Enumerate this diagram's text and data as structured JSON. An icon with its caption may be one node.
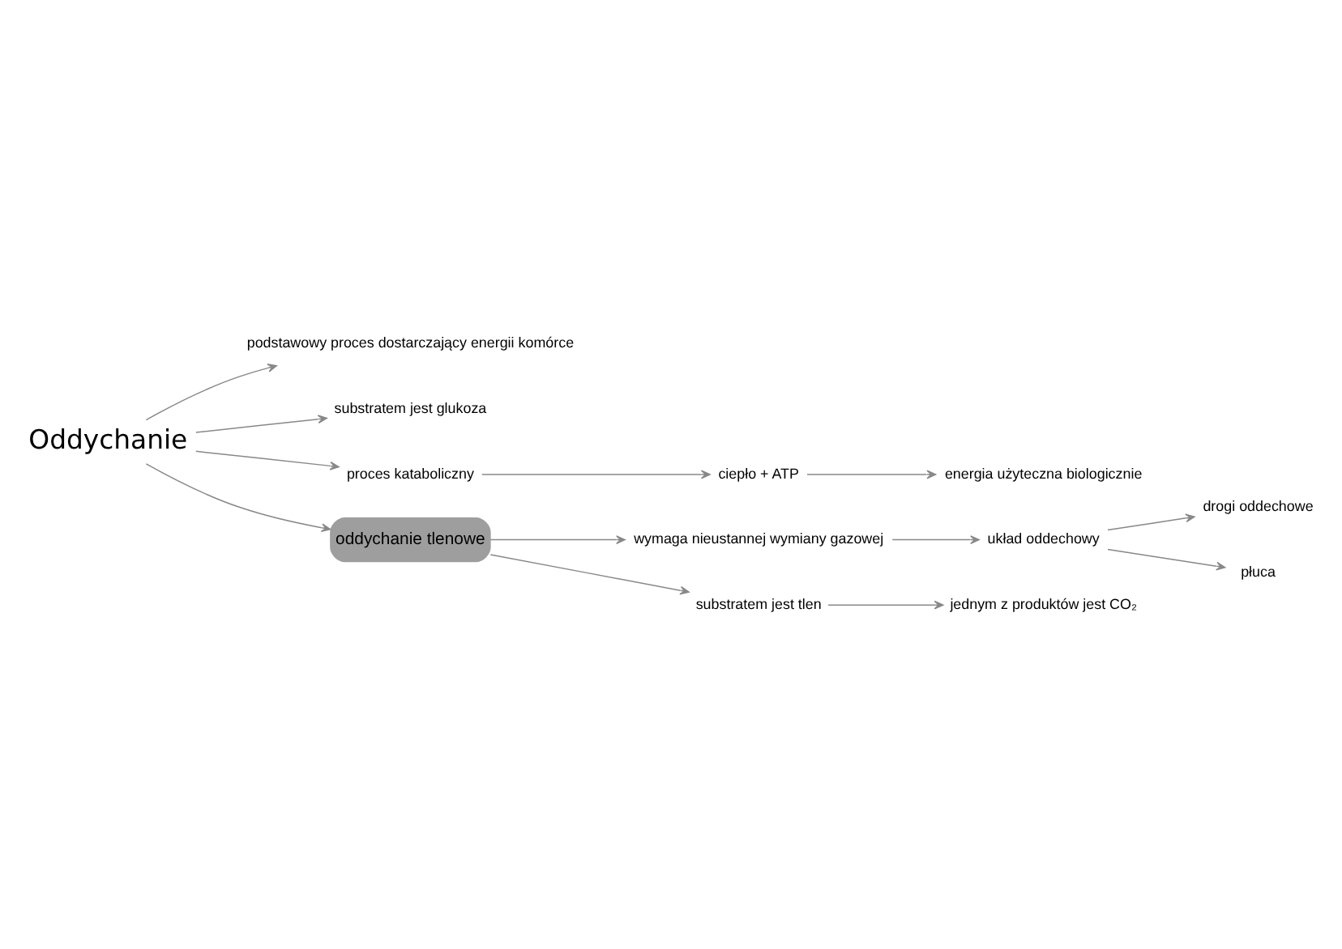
{
  "diagram": {
    "nodes": [
      {
        "text": [
          "Oddychanie"
        ]
      },
      {
        "text": [
          "podstawowy proces dostarczający energii komórce"
        ]
      },
      {
        "text": [
          "substratem jest glukoza"
        ]
      },
      {
        "text": [
          "proces kataboliczny"
        ]
      },
      {
        "text": [
          "ciepło + ATP"
        ]
      },
      {
        "text": [
          "energia użyteczna biologicznie"
        ]
      },
      {
        "text": [
          "oddychanie tlenowe"
        ]
      },
      {
        "text": [
          "wymaga nieustannej wymiany gazowej"
        ]
      },
      {
        "text": [
          "substratem jest tlen"
        ]
      },
      {
        "text": [
          "jednym z produktów jest CO₂"
        ]
      },
      {
        "text": [
          "układ oddechowy"
        ]
      },
      {
        "text": [
          "drogi oddechowe"
        ]
      },
      {
        "text": [
          "płuca"
        ]
      }
    ],
    "edges": [
      {
        "from": 0,
        "to": 1,
        "arrow": "to"
      },
      {
        "from": 0,
        "to": 2,
        "arrow": "to"
      },
      {
        "from": 0,
        "to": 3,
        "arrow": "to"
      },
      {
        "from": 3,
        "to": 4,
        "arrow": "to"
      },
      {
        "from": 4,
        "to": 5,
        "arrow": "to"
      },
      {
        "from": 0,
        "to": 6,
        "arrow": "to"
      },
      {
        "from": 6,
        "to": 7,
        "arrow": "to"
      },
      {
        "from": 6,
        "to": 8,
        "arrow": "to"
      },
      {
        "from": 8,
        "to": 9,
        "arrow": "to"
      },
      {
        "from": 7,
        "to": 10,
        "arrow": "to"
      },
      {
        "from": 10,
        "to": 11,
        "arrow": "to"
      },
      {
        "from": 10,
        "to": 12,
        "arrow": "to"
      }
    ]
  }
}
